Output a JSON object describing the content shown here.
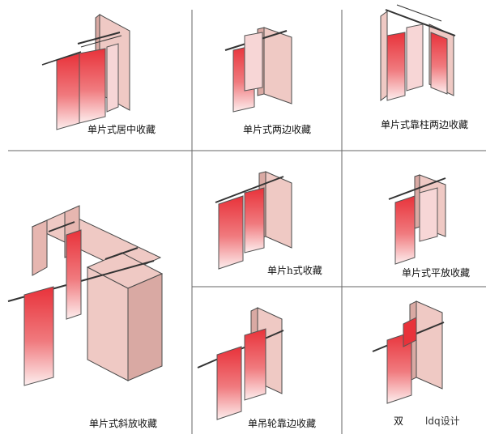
{
  "captions": {
    "center": "单片式居中收藏",
    "two_side": "单片式两边收藏",
    "column_two_side": "单片式靠柱两边收藏",
    "diagonal": "单片式斜放收藏",
    "h_type": "单片h式收藏",
    "flat": "单片式平放收藏",
    "single_wheel_side": "单吊轮靠边收藏",
    "double": "双"
  },
  "watermark": "ldq设计",
  "colors": {
    "panel_red": "#e8323a",
    "panel_light": "#fbe9ea",
    "wall_pink": "#efc9c4",
    "wall_edge": "#4a4a4a",
    "grid_line": "#666666"
  }
}
